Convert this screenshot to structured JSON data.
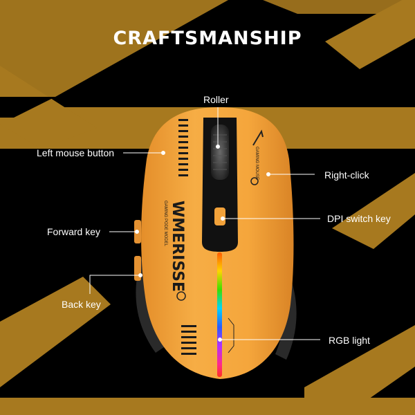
{
  "title": "CRAFTSMANSHIP",
  "labels": {
    "roller": "Roller",
    "left_button": "Left mouse button",
    "right_click": "Right-click",
    "forward_key": "Forward key",
    "dpi_switch": "DPI switch key",
    "back_key": "Back key",
    "rgb_light": "RGB light"
  },
  "mouse_print": {
    "brand": "WMERISSE",
    "subline": "GAMING PODE MODEL",
    "dpi_text": "GAMING MOUSE"
  },
  "colors": {
    "background": "#000000",
    "stripe": "#a7791f",
    "mouse_body": "#f2a23a",
    "label_text": "#ffffff"
  }
}
